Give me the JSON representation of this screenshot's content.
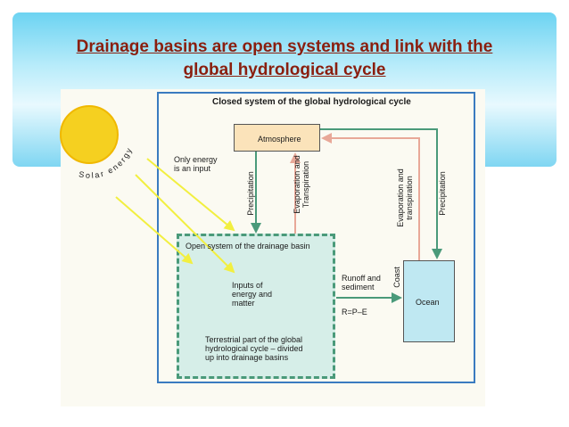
{
  "slide": {
    "title_line1": "Drainage basins are open systems and link with the",
    "title_line2": "global hydrological cycle"
  },
  "diagram": {
    "closed_system_title": "Closed system of the global hydrological cycle",
    "atmosphere": "Atmosphere",
    "ocean": "Ocean",
    "coast": "Coast",
    "solar_energy": "Solar energy",
    "only_energy_line1": "Only energy",
    "only_energy_line2": "is an input",
    "open_system": "Open system of the drainage basin",
    "inputs_line1": "Inputs of",
    "inputs_line2": "energy and",
    "inputs_line3": "matter",
    "terrestrial_line1": "Terrestrial part of the global",
    "terrestrial_line2": "hydrological cycle – divided",
    "terrestrial_line3": "up into drainage basins",
    "runoff_line1": "Runoff and",
    "runoff_line2": "sediment",
    "equation": "R=P–E",
    "precipitation_left": "Precipitation",
    "evap_left_line1": "Evaporation and",
    "evap_left_line2": "Transpiration",
    "evap_right_line1": "Evaporation and",
    "evap_right_line2": "transpiration",
    "precipitation_right": "Precipitation"
  },
  "colors": {
    "title": "#8a1f0f",
    "green_arrow": "#4a9a7a",
    "pink_arrow": "#e8a898",
    "sun": "#f5d020",
    "sun_ray": "#f2ef40",
    "frame": "#3a7bc0"
  }
}
